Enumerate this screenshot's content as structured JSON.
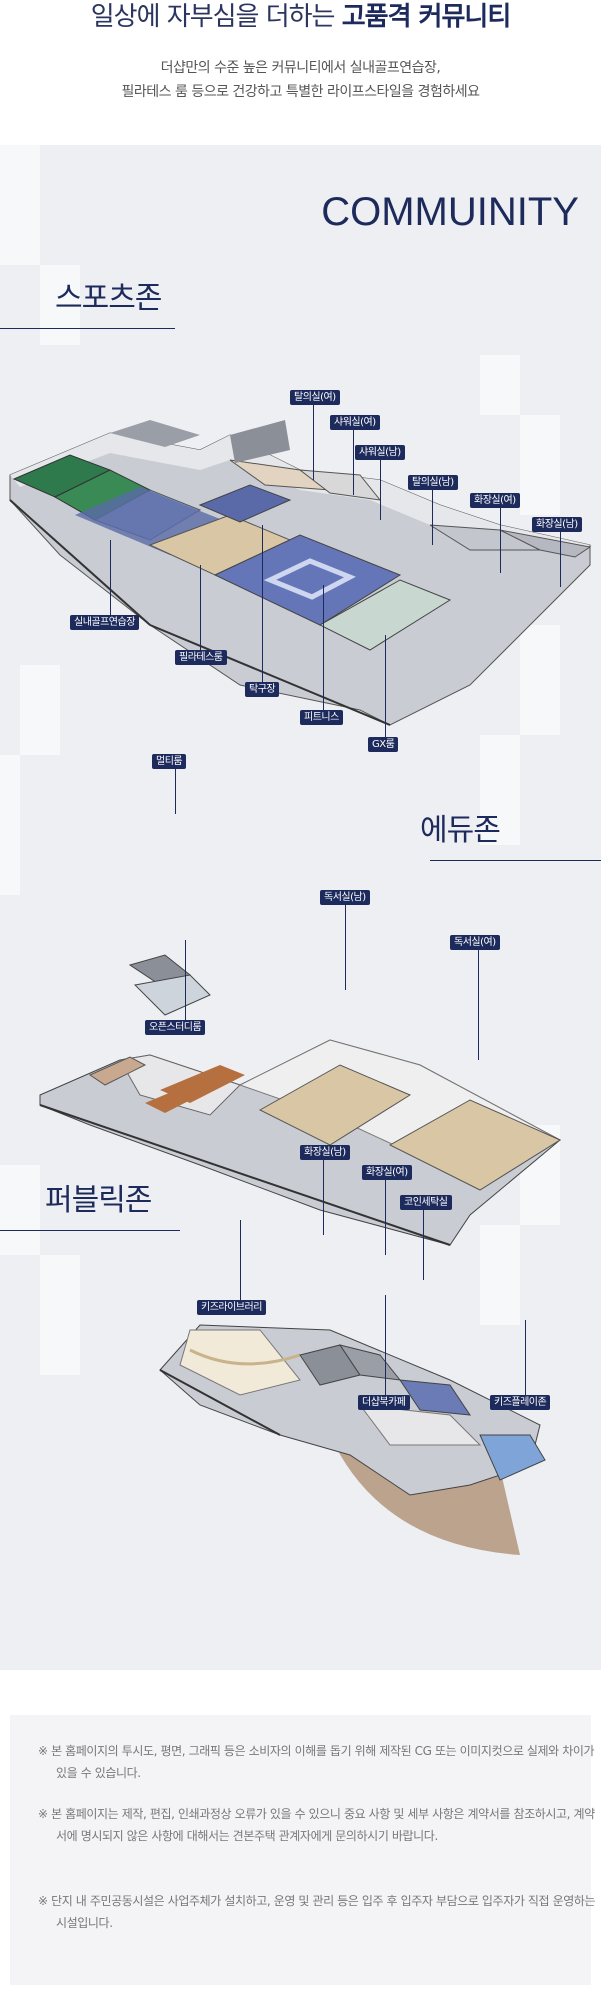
{
  "header": {
    "title_light": "일상에 자부심을 더하는 ",
    "title_bold": "고품격 커뮤니티",
    "subtitle_line1": "더샵만의 수준 높은 커뮤니티에서 실내골프연습장,",
    "subtitle_line2": "필라테스 룸 등으로 건강하고 특별한 라이프스타일을 경험하세요"
  },
  "community_heading": "COMMUINITY",
  "zones": {
    "sports": {
      "title": "스포츠존",
      "labels": [
        "탈의실(여)",
        "샤워실(여)",
        "샤워실(남)",
        "탈의실(남)",
        "화장실(여)",
        "화장실(남)",
        "실내골프연습장",
        "필라테스룸",
        "탁구장",
        "피트니스",
        "GX룸"
      ]
    },
    "edu": {
      "title": "에듀존",
      "labels": [
        "멀티룸",
        "독서실(남)",
        "독서실(여)",
        "오픈스터디룸"
      ]
    },
    "public": {
      "title": "퍼블릭존",
      "labels": [
        "화장실(남)",
        "화장실(여)",
        "코인세탁실",
        "키즈라이브러리",
        "더샵북카페",
        "키즈플레이존"
      ]
    }
  },
  "notes": [
    "※ 본 홈페이지의 투시도, 평면, 그래픽 등은 소비자의 이해를 돕기 위해 제작된 CG 또는 이미지컷으로 실제와 차이가 있을 수 있습니다.",
    "※ 본 홈페이지는 제작, 편집, 인쇄과정상 오류가 있을 수 있으니 중요 사항 및 세부 사항은 계약서를 참조하시고, 계약서에 명시되지 않은 사항에 대해서는 견본주택 관계자에게 문의하시기 바랍니다.",
    "※ 단지 내 주민공동시설은 사업주체가 설치하고, 운영 및 관리 등은 입주 후 입주자 부담으로 입주자가 직접 운영하는 시설입니다."
  ],
  "colors": {
    "navy": "#1d2a5c",
    "floor_blue": "#5a6aa8",
    "floor_wood": "#d9c6a5",
    "golf_green": "#3a8a55"
  }
}
